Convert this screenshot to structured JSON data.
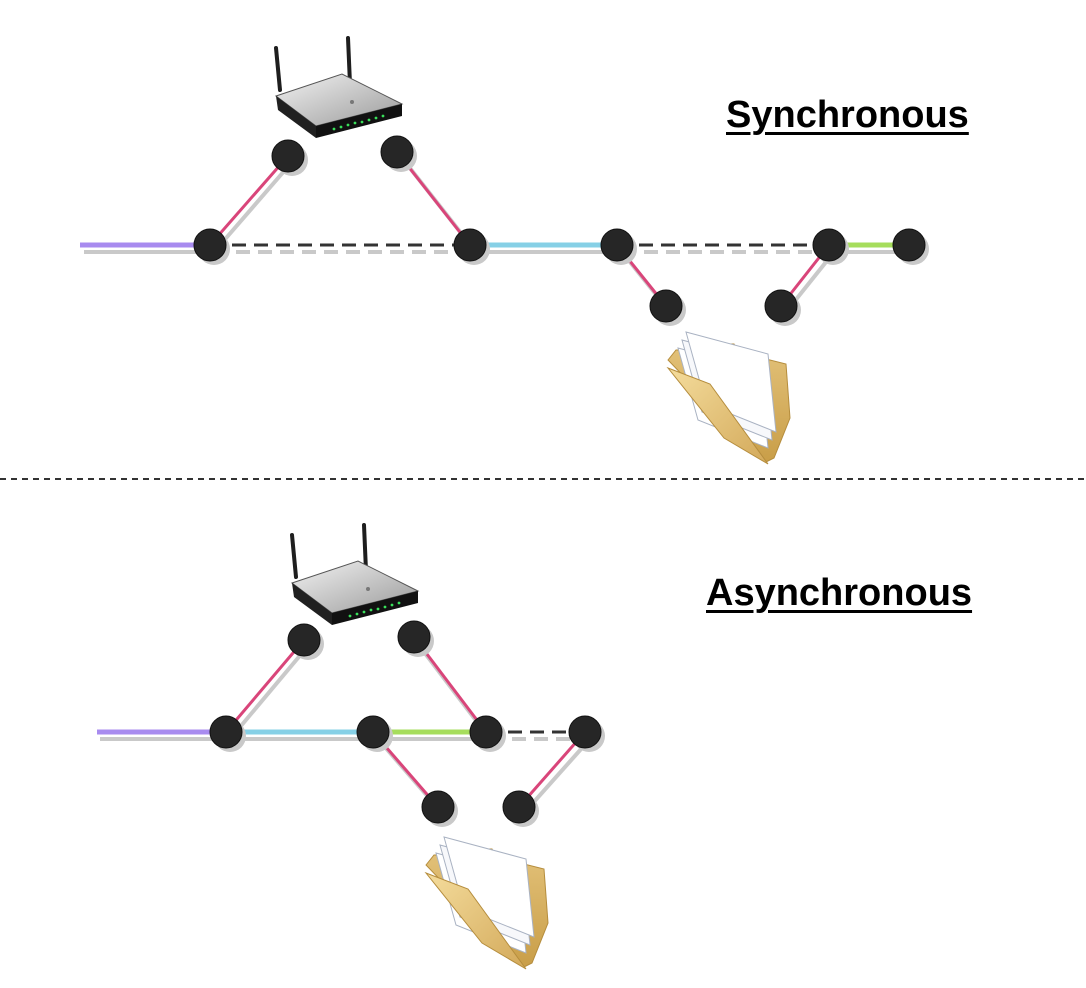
{
  "sections": [
    {
      "id": "sync",
      "title": "Synchronous"
    },
    {
      "id": "async",
      "title": "Asynchronous"
    }
  ],
  "colors": {
    "node": "#262626",
    "branch": "#d9457a",
    "dashed": "#333333",
    "shadow": "#c9c9c9",
    "segment_purple": "#a88bef",
    "segment_blue": "#86d0e6",
    "segment_green": "#a6dd5c"
  },
  "icons": [
    "router-icon",
    "folder-icon"
  ]
}
